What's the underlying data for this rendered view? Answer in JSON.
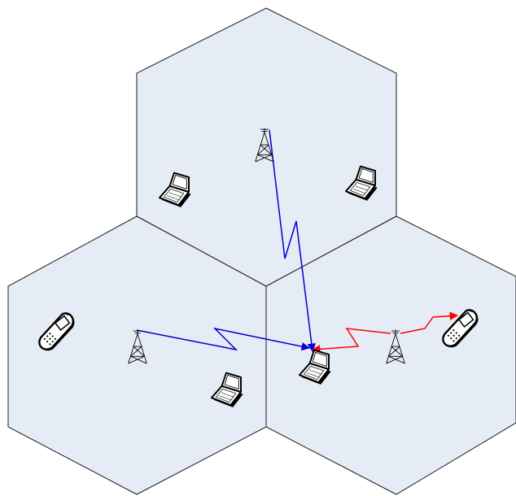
{
  "colors": {
    "cell_fill": "#e6ecf6",
    "cell_stroke": "#1a1a1a",
    "background": "#ffffff",
    "link_blue": "#0000cc",
    "link_red": "#ff0000",
    "device_body": "#ffffff",
    "device_outline": "#000000"
  },
  "cells": [
    {
      "name": "top-cell"
    },
    {
      "name": "left-cell"
    },
    {
      "name": "right-cell"
    }
  ],
  "icons": {
    "tower": "cell-tower-icon",
    "laptop": "laptop-icon",
    "phone": "mobile-phone-icon"
  },
  "links": [
    {
      "from": "top-tower",
      "to": "center-laptop",
      "color": "blue"
    },
    {
      "from": "left-tower",
      "to": "center-laptop",
      "color": "blue"
    },
    {
      "from": "right-tower",
      "to": "center-laptop",
      "color": "red",
      "bidirectional": true
    },
    {
      "from": "right-tower",
      "to": "right-phone",
      "color": "red",
      "bidirectional": true
    }
  ]
}
